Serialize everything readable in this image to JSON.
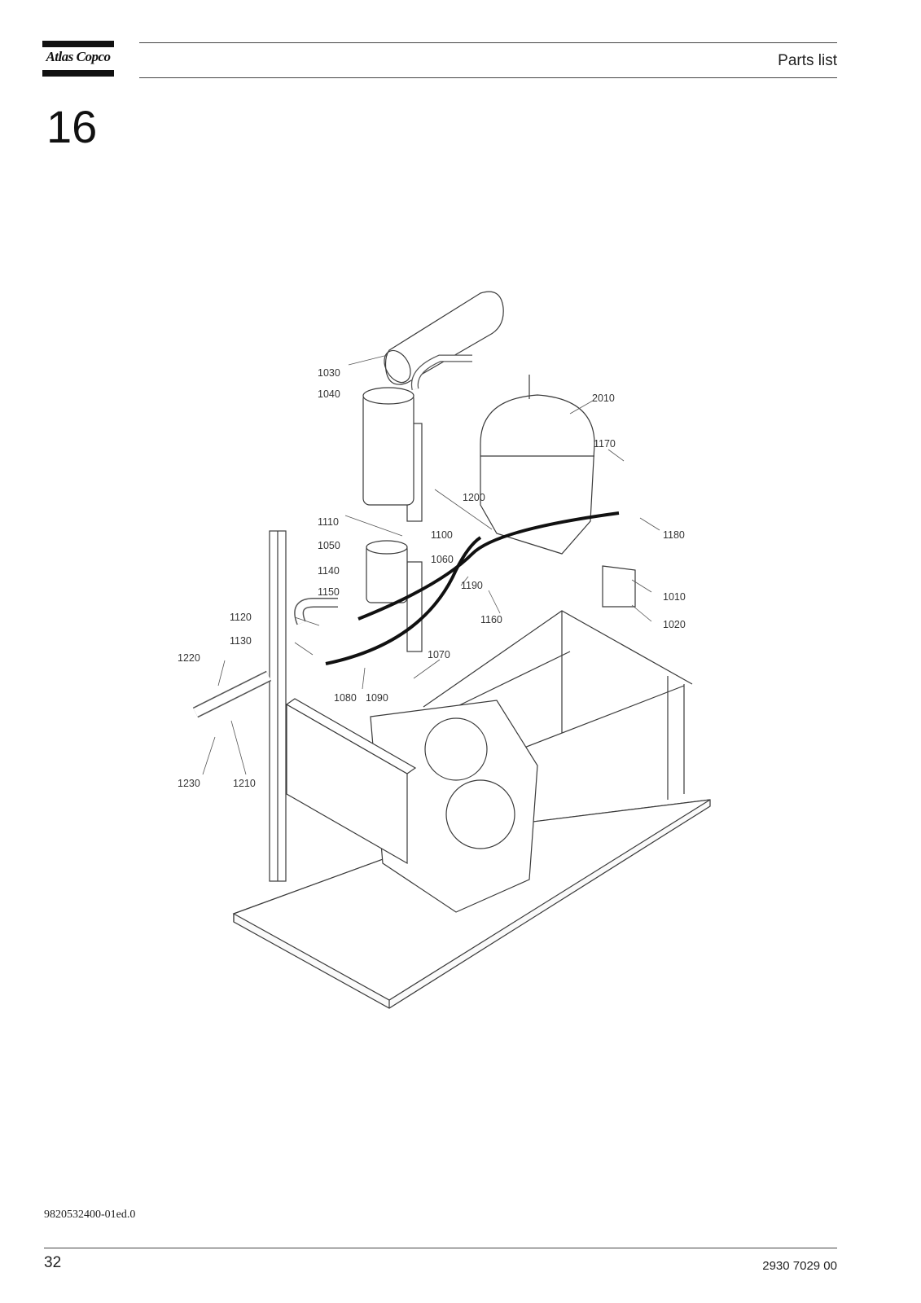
{
  "header": {
    "brand": "Atlas Copco",
    "title": "Parts list"
  },
  "section": {
    "number": "16"
  },
  "drawing": {
    "callouts": {
      "c1030": "1030",
      "c1040": "1040",
      "c2010": "2010",
      "c1170": "1170",
      "c1200": "1200",
      "c1110": "1110",
      "c1100": "1100",
      "c1180": "1180",
      "c1050": "1050",
      "c1060": "1060",
      "c1140": "1140",
      "c1190": "1190",
      "c1150": "1150",
      "c1010": "1010",
      "c1120": "1120",
      "c1160": "1160",
      "c1020": "1020",
      "c1130": "1130",
      "c1070": "1070",
      "c1220": "1220",
      "c1080": "1080",
      "c1090": "1090",
      "c1230": "1230",
      "c1210": "1210"
    }
  },
  "footer": {
    "doc_code": "9820532400-01ed.0",
    "page": "32",
    "part_number": "2930 7029 00"
  }
}
